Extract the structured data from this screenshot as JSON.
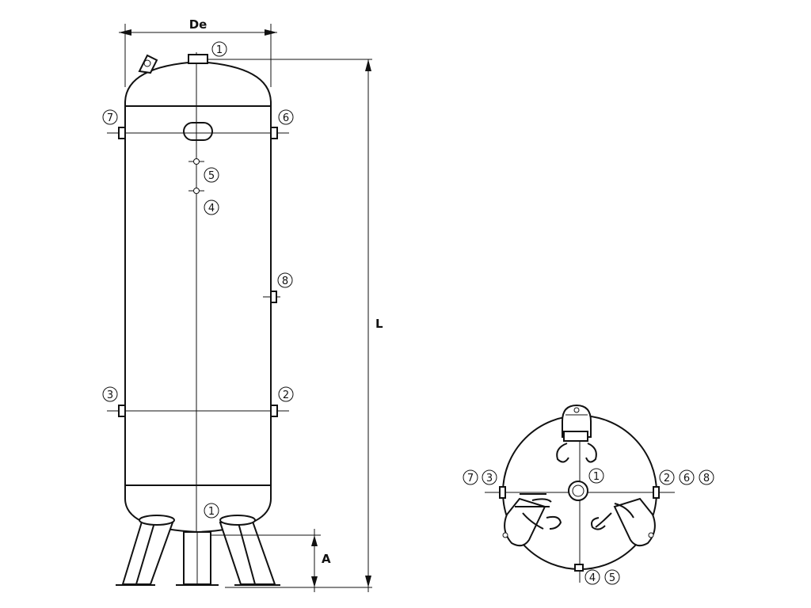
{
  "dimensions": {
    "diameter": "De",
    "length": "L",
    "height": "A"
  },
  "callouts": {
    "top_outlet": "1",
    "bottom_outlet": "1",
    "side_left_top": "7",
    "side_right_top": "6",
    "gauge_upper": "5",
    "gauge_lower": "4",
    "side_mid": "8",
    "side_left_bottom": "3",
    "side_right_bottom": "2",
    "plan_center": "1",
    "plan_left_a": "7",
    "plan_left_b": "3",
    "plan_right_a": "2",
    "plan_right_b": "6",
    "plan_right_c": "8",
    "plan_bottom_a": "4",
    "plan_bottom_b": "5"
  },
  "colors": {
    "line": "#111111",
    "background": "#ffffff"
  }
}
